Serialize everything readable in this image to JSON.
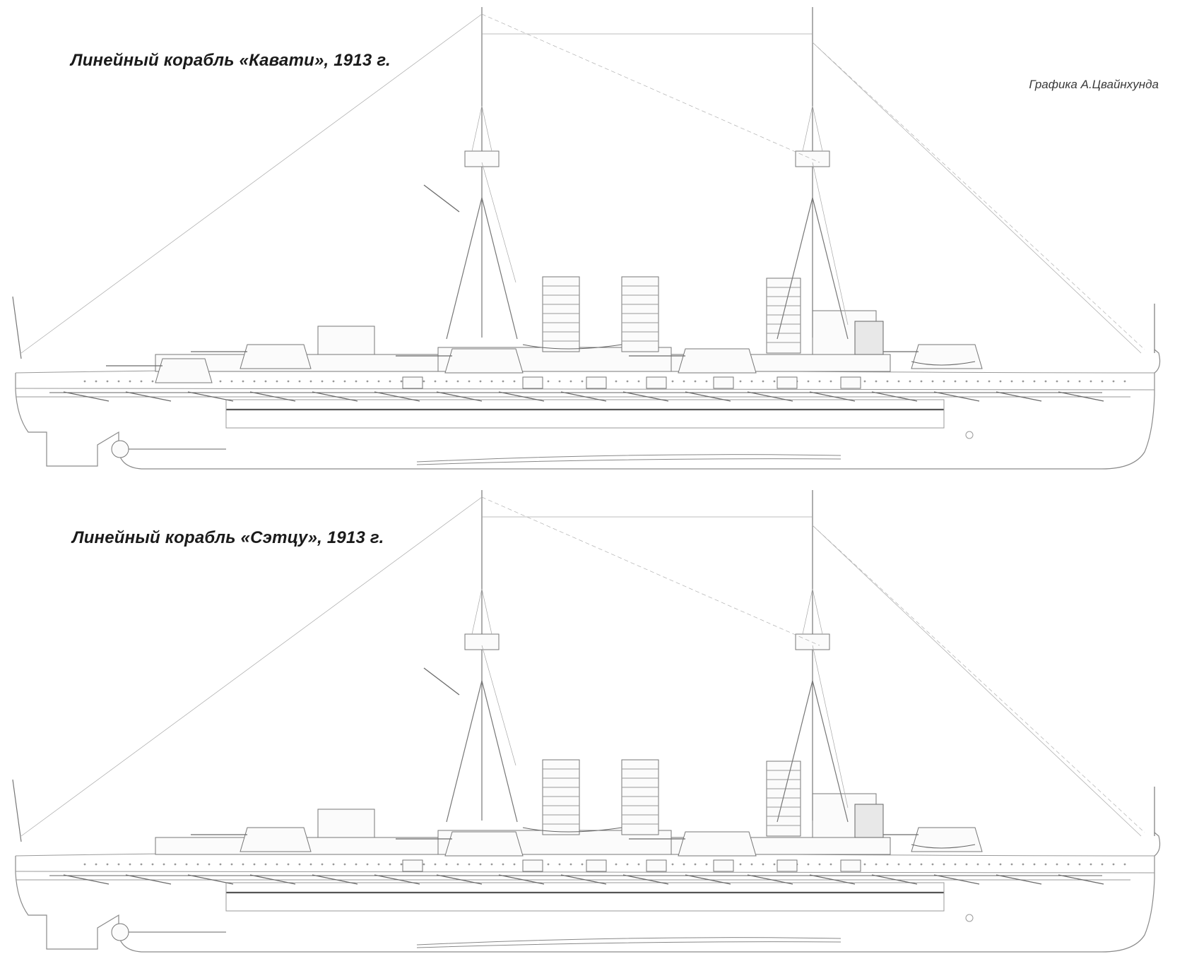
{
  "titles": {
    "ship_1": "Линейный корабль «Кавати», 1913 г.",
    "ship_2": "Линейный корабль «Сэтцу», 1913 г."
  },
  "credit": "Графика А.Цвайнхунда",
  "colors": {
    "background": "#ffffff",
    "line": "#777777",
    "title_text": "#1a1a1a"
  }
}
